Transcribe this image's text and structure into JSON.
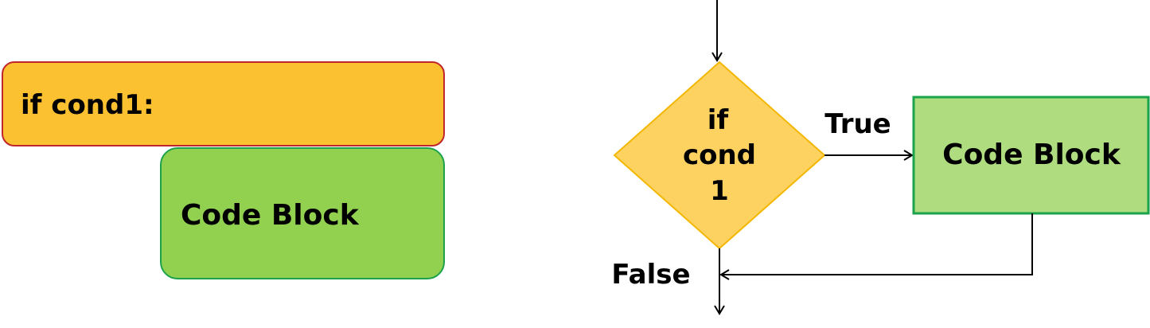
{
  "left_diagram": {
    "if_label": "if cond1:",
    "code_label": "Code Block"
  },
  "flowchart": {
    "decision_line1": "if",
    "decision_line2": "cond",
    "decision_line3": "1",
    "true_label": "True",
    "false_label": "False",
    "code_label": "Code Block"
  },
  "colors": {
    "if_fill": "#fbc130",
    "if_border": "#c0272d",
    "code_fill_left": "#92d050",
    "code_border": "#1aa34a",
    "diamond_fill": "#fdd260",
    "diamond_border": "#f4b700",
    "code_fill_right": "#aedc7f"
  }
}
